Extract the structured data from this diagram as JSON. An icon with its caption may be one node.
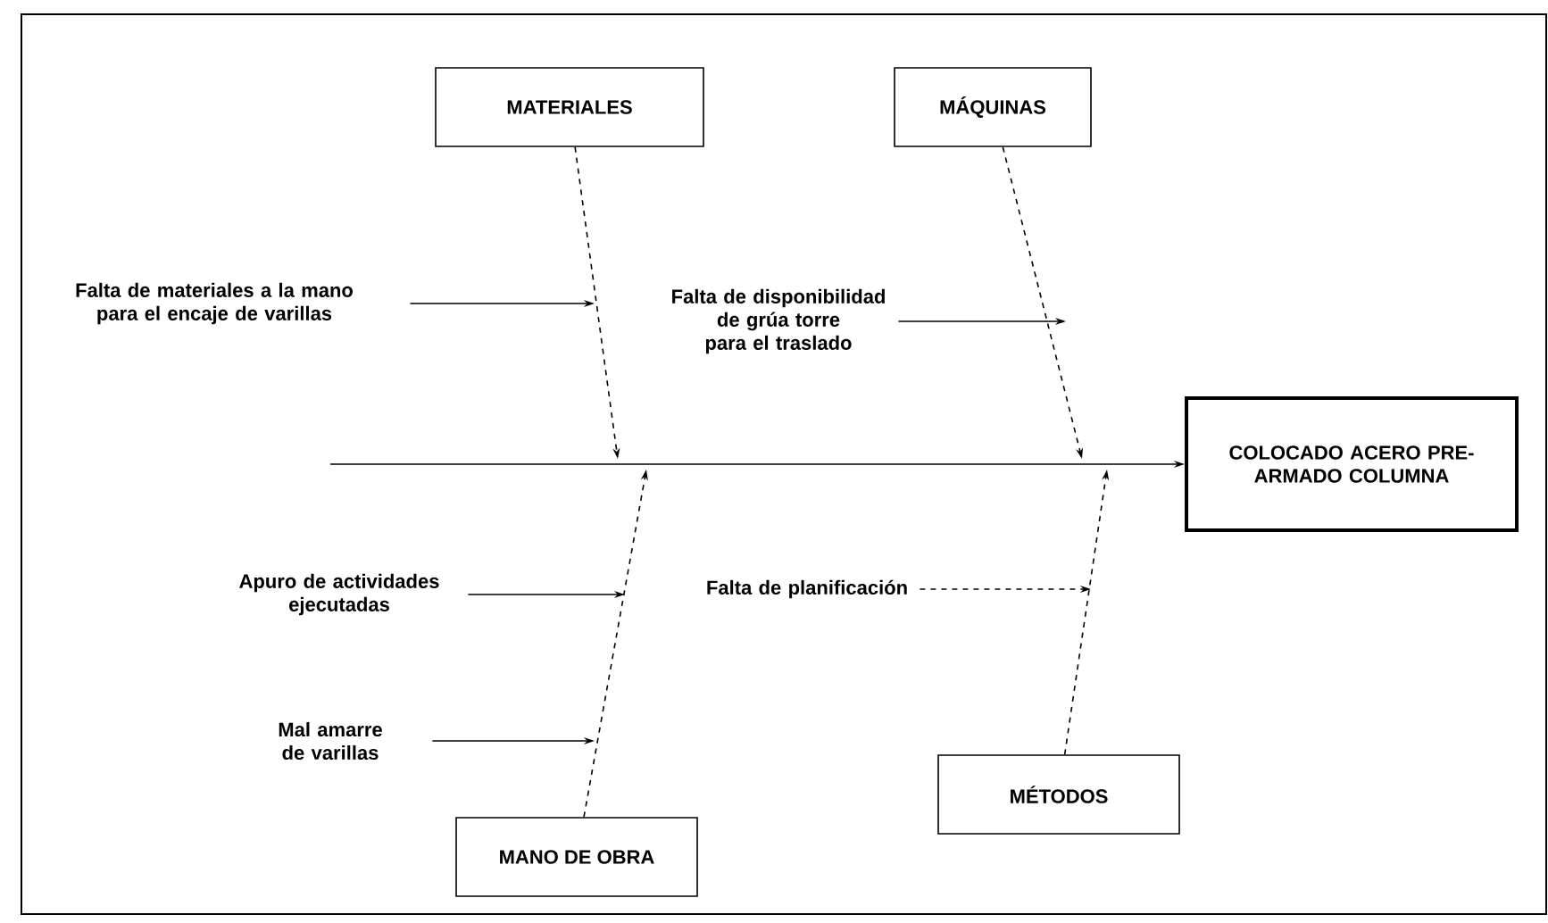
{
  "diagram": {
    "nodes": [
      {
        "text": [
          "MATERIALES"
        ]
      },
      {
        "text": [
          "MÁQUINAS"
        ]
      },
      {
        "text": [
          "Falta de materiales a la mano para el encaje de varillas"
        ]
      },
      {
        "text": [
          "Falta de disponibilidad de grúa torre para el traslado"
        ]
      },
      {
        "text": [
          "COLOCADO ACERO PRE-ARMADO COLUMNA"
        ]
      },
      {
        "text": [
          "Apuro de actividades ejecutadas"
        ]
      },
      {
        "text": [
          "Falta de planificación"
        ]
      },
      {
        "text": [
          "Mal amarre de varillas"
        ]
      },
      {
        "text": [
          "MÉTODOS"
        ]
      },
      {
        "text": [
          "MANO DE OBRA"
        ]
      }
    ],
    "edges": [
      {
        "from": null,
        "to": 4,
        "arrow": "to"
      },
      {
        "from": 0,
        "to": null,
        "arrow": "to",
        "style": "dashed"
      },
      {
        "from": 1,
        "to": null,
        "arrow": "to",
        "style": "dashed"
      },
      {
        "from": 9,
        "to": null,
        "arrow": "to",
        "style": "dashed"
      },
      {
        "from": 8,
        "to": null,
        "arrow": "to",
        "style": "dashed"
      },
      {
        "from": 2,
        "to": null,
        "arrow": "to"
      },
      {
        "from": 3,
        "to": null,
        "arrow": "to"
      },
      {
        "from": 5,
        "to": null,
        "arrow": "to"
      },
      {
        "from": 6,
        "to": null,
        "arrow": "to",
        "style": "dashed"
      },
      {
        "from": 7,
        "to": null,
        "arrow": "to"
      }
    ]
  }
}
